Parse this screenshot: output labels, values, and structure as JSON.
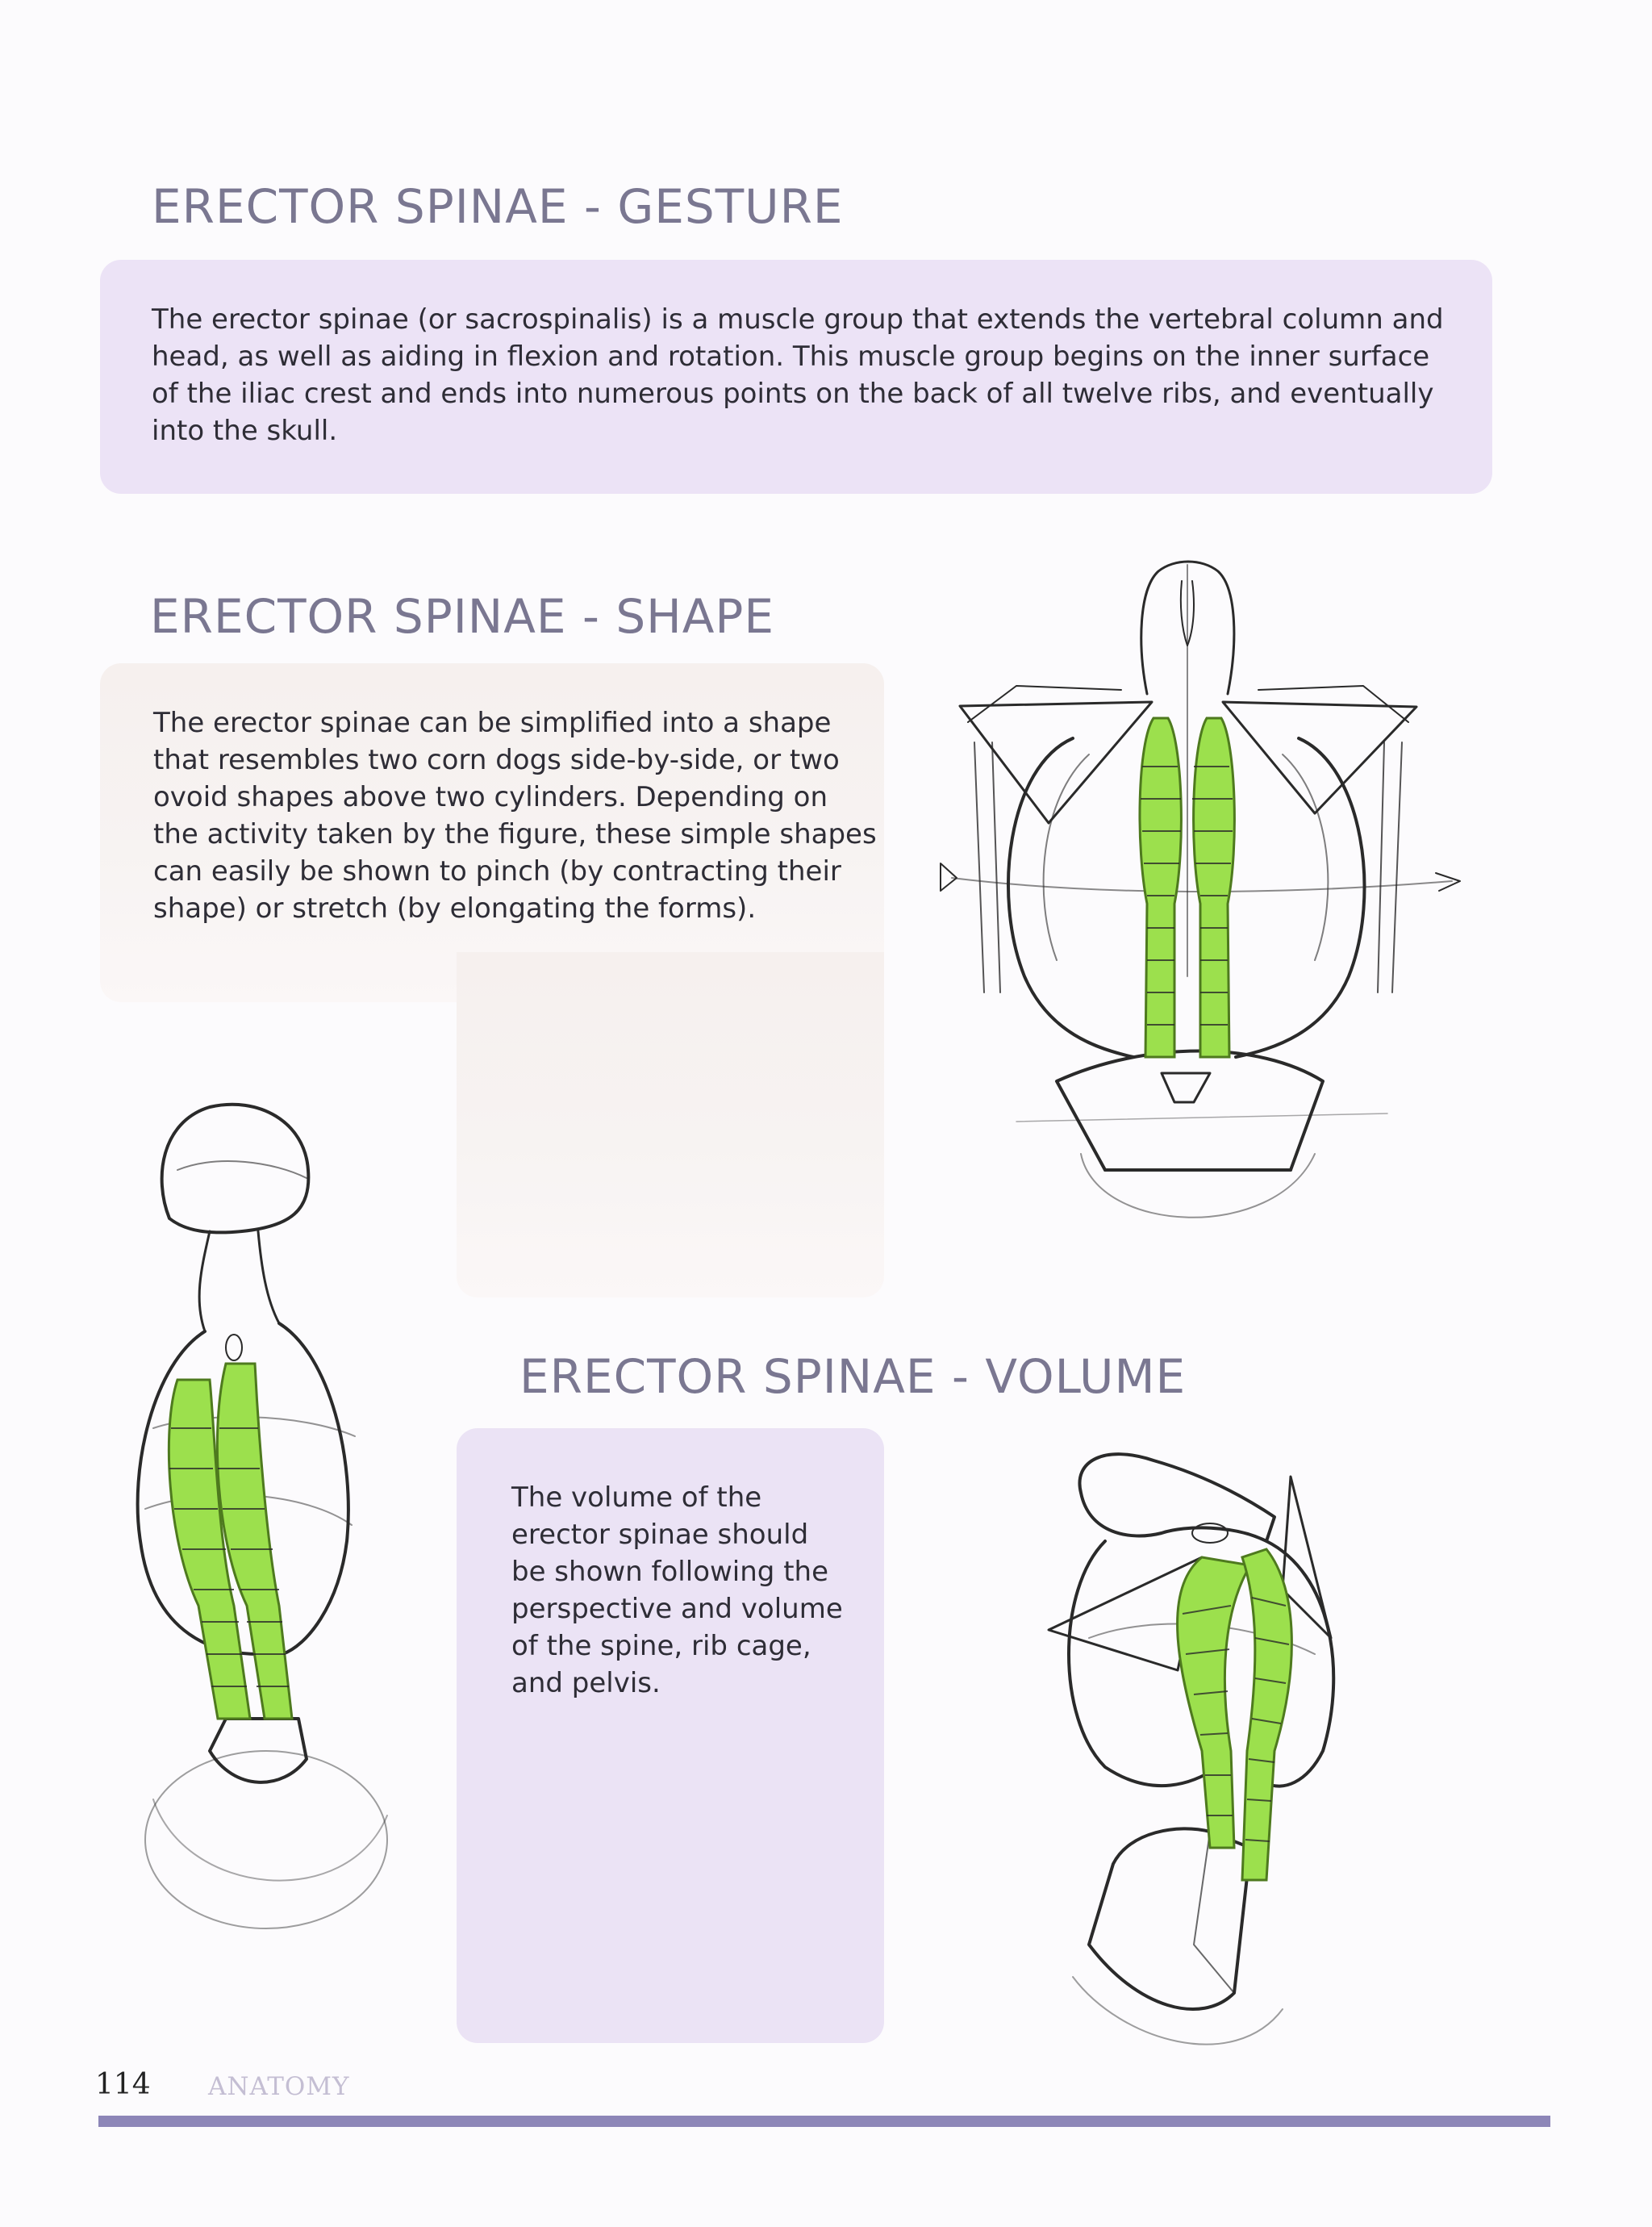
{
  "sections": {
    "gesture": {
      "heading": "ERECTOR SPINAE - GESTURE",
      "lines": [
        "The erector spinae (or sacrospinalis) is a muscle group that extends the vertebral column and",
        "head, as well as aiding in flexion and rotation.  This muscle group begins on the inner surface",
        "of the iliac crest and ends into numerous points on the back of all twelve ribs, and eventually",
        "into the skull."
      ]
    },
    "shape": {
      "heading": "ERECTOR SPINAE - SHAPE",
      "lines": [
        "The erector spinae can be simplified into a shape",
        "that resembles two corn dogs side-by-side, or two",
        "ovoid shapes above two cylinders. Depending on",
        "the activity taken by the figure, these simple shapes",
        "can easily be shown to pinch (by contracting their",
        "shape) or stretch (by elongating the forms)."
      ]
    },
    "volume": {
      "heading": "ERECTOR SPINAE - VOLUME",
      "lines": [
        "The volume of the",
        "erector spinae should",
        "be shown following the",
        "perspective and volume",
        "of the spine, rib cage,",
        "and pelvis."
      ]
    }
  },
  "illustrations": {
    "muscle_color": "#9ce04d",
    "muscle_stroke": "#4e7a1e",
    "sketch_color": "#2a2a2a"
  },
  "footer": {
    "page_number": "114",
    "section": "ANATOMY",
    "rule_color": "#8d86b8"
  }
}
